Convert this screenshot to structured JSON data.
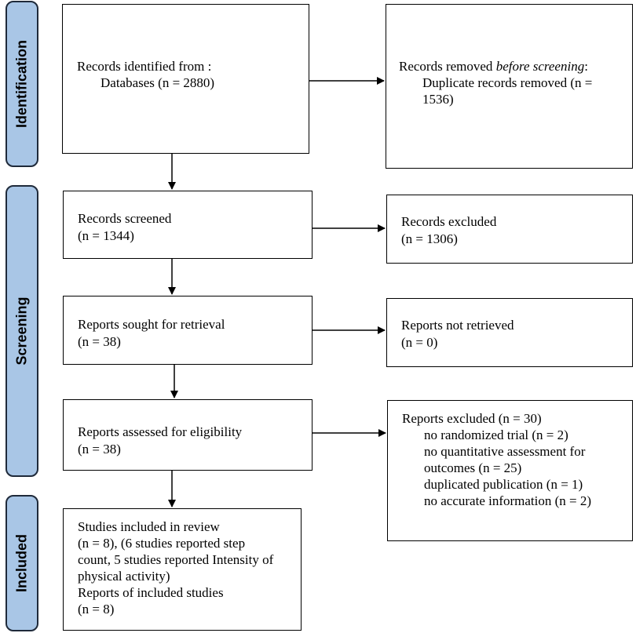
{
  "phases": {
    "identification": "Identification",
    "screening": "Screening",
    "included": "Included"
  },
  "boxes": {
    "identified": {
      "line1": "Records identified from :",
      "line2": "Databases (n = 2880)"
    },
    "removed": {
      "line1a": "Records removed ",
      "line1b": "before screening",
      "line1c": ":",
      "line2": "Duplicate records removed  (n =",
      "line3": "1536)"
    },
    "screened": {
      "line1": "Records screened",
      "line2": "(n = 1344)"
    },
    "excluded": {
      "line1": "Records excluded",
      "line2": "(n = 1306)"
    },
    "sought": {
      "line1": "Reports sought for retrieval",
      "line2": "(n = 38)"
    },
    "not_retrieved": {
      "line1": "Reports not retrieved",
      "line2": "(n = 0)"
    },
    "assessed": {
      "line1": "Reports assessed for eligibility",
      "line2": "(n = 38)"
    },
    "reports_excluded": {
      "line1": "Reports excluded  (n = 30)",
      "reasons": [
        "no randomized trial  (n = 2)",
        "no quantitative assessment for",
        "outcomes  (n = 25)",
        "duplicated publication  (n = 1)",
        "no accurate information  (n = 2)"
      ]
    },
    "included": {
      "lines": [
        "Studies included in review",
        "(n = 8), (6 studies reported step",
        "count, 5 studies reported Intensity of",
        "physical activity)",
        "Reports of included studies",
        "(n = 8)"
      ]
    }
  }
}
